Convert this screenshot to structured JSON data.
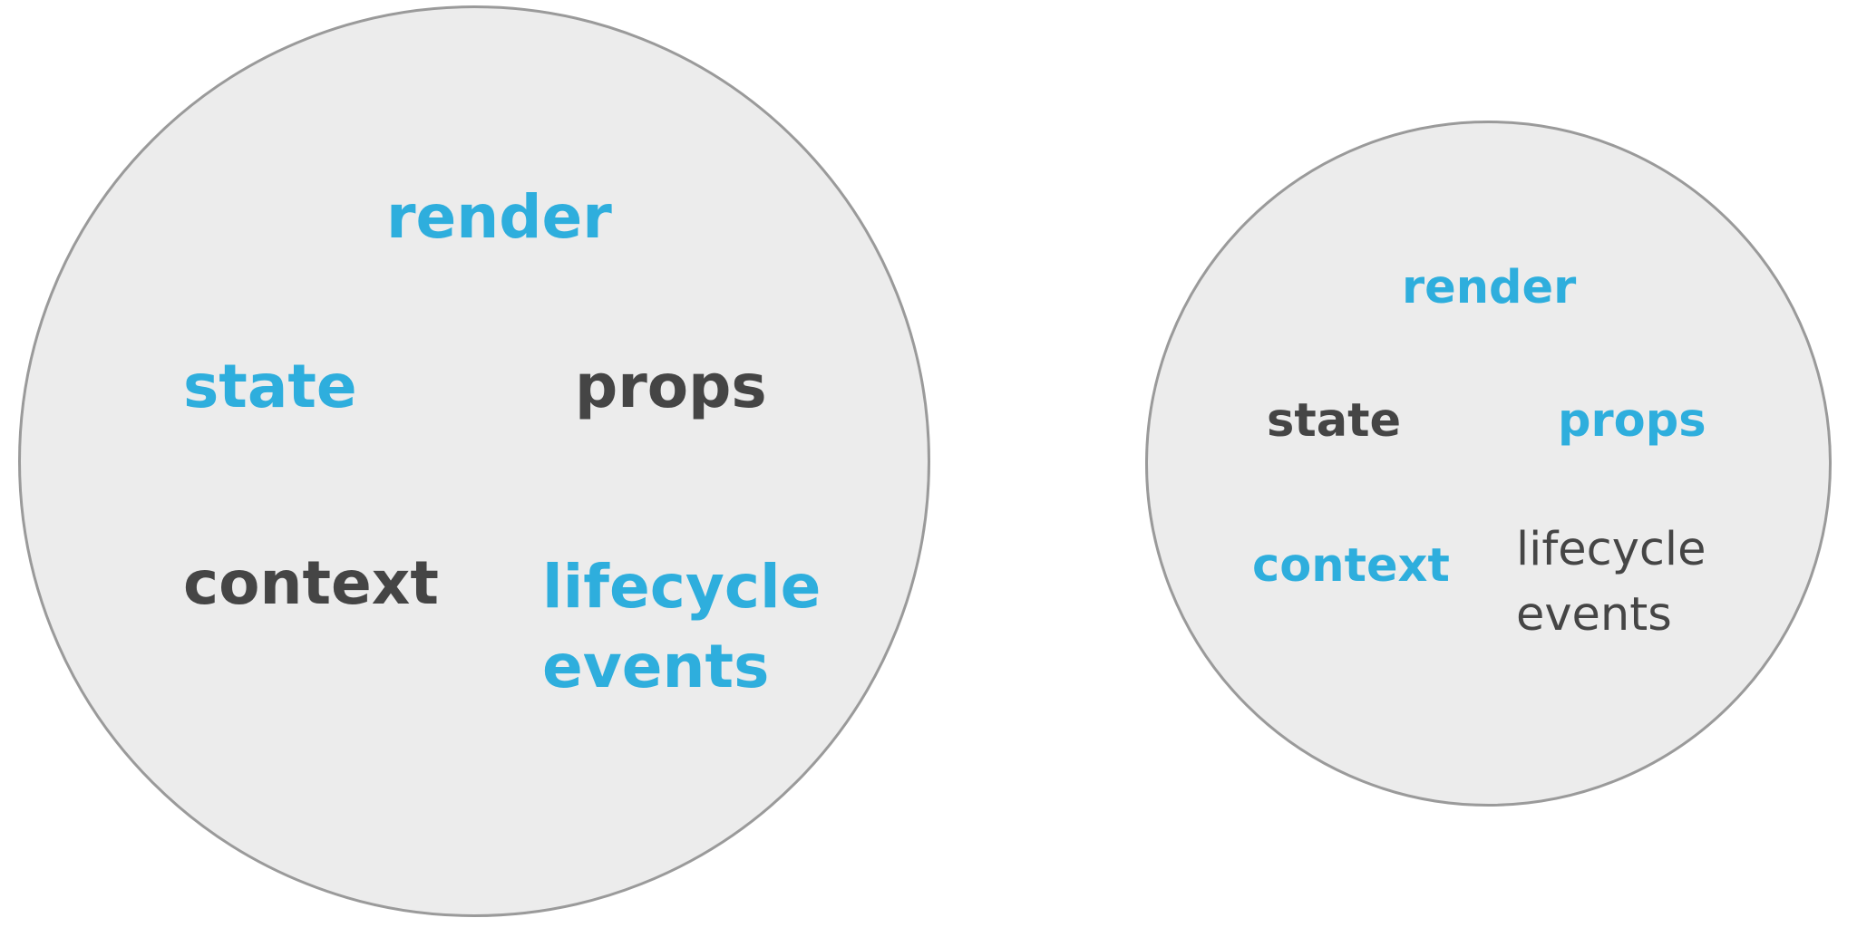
{
  "left_circle": {
    "render": "render",
    "state": "state",
    "props": "props",
    "context": "context",
    "lifecycle": "lifecycle\nevents"
  },
  "right_circle": {
    "render": "render",
    "state": "state",
    "props": "props",
    "context": "context",
    "lifecycle": "lifecycle\nevents"
  },
  "colors": {
    "highlight": "#2eaedd",
    "normal": "#454545",
    "circle_fill": "#ececec",
    "circle_border": "#9a9a9a"
  }
}
